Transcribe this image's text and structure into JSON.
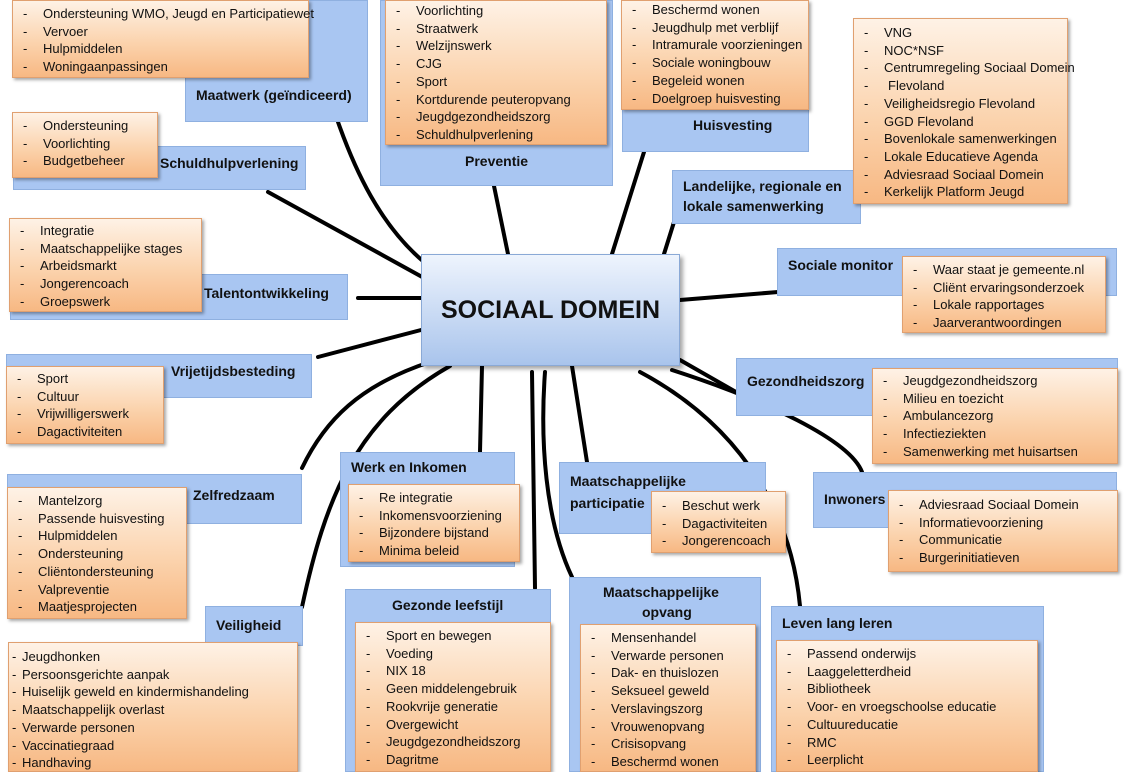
{
  "center": "SOCIAAL DOMEIN",
  "categories": {
    "maatwerk": {
      "title": "Maatwerk (geïndiceerd)",
      "items": [
        "Ondersteuning WMO, Jeugd en Participatiewet",
        "Vervoer",
        "Hulpmiddelen",
        "Woningaanpassingen"
      ]
    },
    "preventie": {
      "title": "Preventie",
      "items": [
        "Voorlichting",
        "Straatwerk",
        "Welzijnswerk",
        "CJG",
        "Sport",
        "Kortdurende peuteropvang",
        "Jeugdgezondheidszorg",
        "Schuldhulpverlening"
      ]
    },
    "huisvesting": {
      "title": "Huisvesting",
      "items": [
        "Beschermd wonen",
        "Jeugdhulp met verblijf",
        "Intramurale voorzieningen",
        "Sociale woningbouw",
        "Begeleid wonen",
        "Doelgroep huisvesting"
      ]
    },
    "landelijke": {
      "title_lines": [
        "Landelijke, regionale en",
        "lokale samenwerking"
      ],
      "items": [
        "VNG",
        "NOC*NSF",
        "Centrumregeling Sociaal Domein",
        "Flevoland",
        "Veiligheidsregio Flevoland",
        "GGD Flevoland",
        "Bovenlokale samenwerkingen",
        "Lokale Educatieve Agenda",
        "Adviesraad Sociaal Domein",
        "Kerkelijk Platform Jeugd"
      ]
    },
    "schuldhulp": {
      "title": "Schuldhulpverlening",
      "items": [
        "Ondersteuning",
        "Voorlichting",
        "Budgetbeheer"
      ]
    },
    "talent": {
      "title": "Talentontwikkeling",
      "items": [
        "Integratie",
        "Maatschappelijke stages",
        "Arbeidsmarkt",
        "Jongerencoach",
        "Groepswerk"
      ]
    },
    "monitor": {
      "title": "Sociale monitor",
      "items": [
        "Waar staat je gemeente.nl",
        "Cliënt ervaringsonderzoek",
        "Lokale rapportages",
        "Jaarverantwoordingen"
      ]
    },
    "vrijetijd": {
      "title": "Vrijetijdsbesteding",
      "items": [
        "Sport",
        "Cultuur",
        "Vrijwilligerswerk",
        "Dagactiviteiten"
      ]
    },
    "gezondheid": {
      "title": "Gezondheidszorg",
      "items": [
        "Jeugdgezondheidszorg",
        "Milieu en toezicht",
        "Ambulancezorg",
        "Infectieziekten",
        "Samenwerking met huisartsen"
      ]
    },
    "werk": {
      "title": "Werk en Inkomen",
      "items": [
        "Re integratie",
        "Inkomensvoorziening",
        "Bijzondere bijstand",
        "Minima beleid"
      ]
    },
    "participatie": {
      "title_lines": [
        "Maatschappelijke",
        "participatie"
      ],
      "items": [
        "Beschut werk",
        "Dagactiviteiten",
        "Jongerencoach"
      ]
    },
    "inwoners": {
      "title": "Inwoners",
      "items": [
        "Adviesraad Sociaal Domein",
        "Informatievoorziening",
        "Communicatie",
        "Burgerinitiatieven"
      ]
    },
    "zelfredzaam": {
      "title": "Zelfredzaam",
      "items": [
        "Mantelzorg",
        "Passende huisvesting",
        "Hulpmiddelen",
        "Ondersteuning",
        "Cliëntondersteuning",
        "Valpreventie",
        "Maatjesprojecten"
      ]
    },
    "veiligheid": {
      "title": "Veiligheid",
      "items": [
        "Jeugdhonken",
        "Persoonsgerichte aanpak",
        "Huiselijk geweld en kindermishandeling",
        "Maatschappelijk overlast",
        "Verwarde personen",
        "Vaccinatiegraad",
        "Handhaving"
      ]
    },
    "leefstijl": {
      "title": "Gezonde leefstijl",
      "items": [
        "Sport en bewegen",
        "Voeding",
        "NIX 18",
        "Geen middelengebruik",
        "Rookvrije generatie",
        "Overgewicht",
        "Jeugdgezondheidszorg",
        "Dagritme"
      ]
    },
    "opvang": {
      "title_lines": [
        "Maatschappelijke",
        "opvang"
      ],
      "items": [
        "Mensenhandel",
        "Verwarde personen",
        "Dak- en thuislozen",
        "Seksueel geweld",
        "Verslavingszorg",
        "Vrouwenopvang",
        "Crisisopvang",
        "Beschermd wonen"
      ]
    },
    "leren": {
      "title": "Leven lang leren",
      "items": [
        "Passend onderwijs",
        "Laaggeletterdheid",
        "Bibliotheek",
        "Voor- en vroegschoolse educatie",
        "Cultuureducatie",
        "RMC",
        "Leerplicht"
      ]
    }
  }
}
